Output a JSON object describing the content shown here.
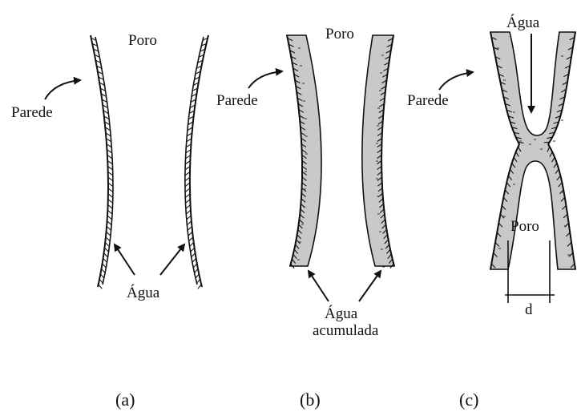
{
  "panels": [
    {
      "caption": "(a)",
      "labels": {
        "pore": "Poro",
        "wall": "Parede",
        "water": "Água"
      }
    },
    {
      "caption": "(b)",
      "labels": {
        "pore": "Poro",
        "wall": "Parede",
        "water_line1": "Água",
        "water_line2": "acumulada"
      }
    },
    {
      "caption": "(c)",
      "labels": {
        "water": "Água",
        "wall": "Parede",
        "pore": "Poro",
        "diameter": "d"
      }
    }
  ],
  "colors": {
    "ink": "#111111",
    "water_fill": "#c9c9c9",
    "background": "#ffffff"
  }
}
